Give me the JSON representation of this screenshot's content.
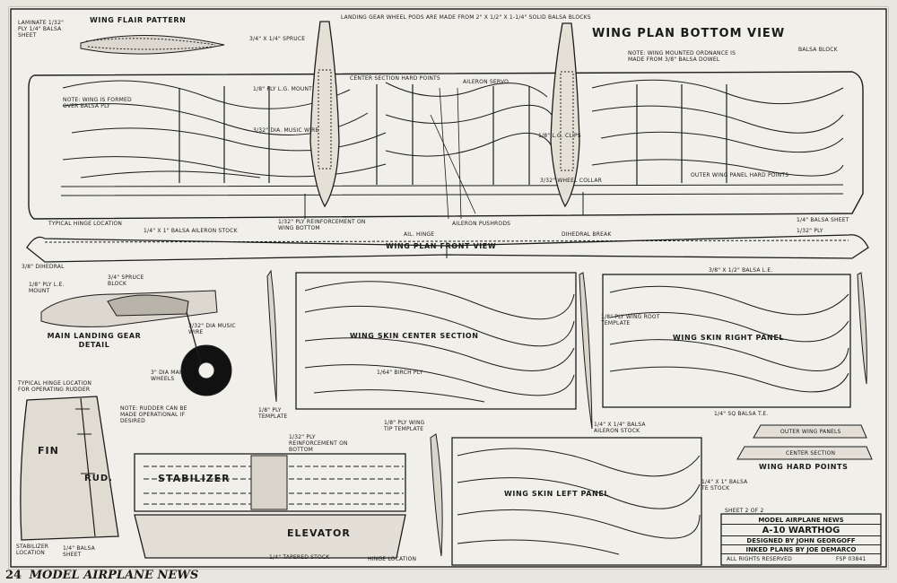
{
  "titles": {
    "wing_flair_pattern": "WING FLAIR PATTERN",
    "wing_plan_bottom": "WING PLAN BOTTOM VIEW",
    "wing_plan_front": "WING PLAN FRONT VIEW",
    "landing_gear_detail": "MAIN LANDING GEAR DETAIL",
    "wing_skin_center": "WING SKIN CENTER SECTION",
    "wing_skin_right": "WING SKIN RIGHT PANEL",
    "wing_skin_left": "WING SKIN LEFT PANEL",
    "wing_hard_points": "WING HARD POINTS",
    "stabilizer": "STABILIZER",
    "elevator": "ELEVATOR",
    "fin": "FIN",
    "rud": "RUD."
  },
  "notes": {
    "laminate": "LAMINATE 1/32\" PLY 1/4\" BALSA SHEET",
    "gear_pods": "LANDING GEAR WHEEL PODS ARE MADE FROM 2\" x 1/2\" x 1-1/4\" SOLID BALSA BLOCKS",
    "wing_mount_note": "NOTE: WING MOUNTED ORDNANCE IS MADE FROM 3/8\" BALSA DOWEL",
    "spruce_spar": "3/4\" x 1/4\" SPRUCE",
    "ply_mount": "1/8\" PLY L.G. MOUNT",
    "center_section": "CENTER SECTION HARD POINTS",
    "aileron_servo": "AILERON SERVO",
    "music_wire": "3/32\" DIA. MUSIC WIRE",
    "lg_clips": "1/8\" L.G. CLIPS",
    "wheel_collar": "3/32\" WHEEL COLLAR",
    "outer_panel": "OUTER WING PANEL HARD POINTS",
    "balsa_block": "BALSA BLOCK",
    "balsa_sheet": "1/4\" BALSA SHEET",
    "ply_32": "1/32\" PLY",
    "wing_skin_note": "NOTE: WING IS FORMED OVER BALSA PLY",
    "hinge_location": "TYPICAL HINGE LOCATION",
    "aileron_stock": "1/4\" x 1\" BALSA AILERON STOCK",
    "ply_reinforce": "1/32\" PLY REINFORCEMENT ON WING BOTTOM",
    "hinge": "AIL. HINGE",
    "aileron_pushrods": "AILERON PUSHRODS",
    "dihedral": "3/8\" DIHEDRAL",
    "dihedral_break": "DIHEDRAL BREAK",
    "balsa_le": "3/8\" x 1/2\" BALSA L.E.",
    "wheels": "3\" DIA MAIN WHEELS",
    "ply_le_mount": "1/8\" PLY L.E. MOUNT",
    "spruce_block": "3/4\" SPRUCE BLOCK",
    "music_wire2": "3/32\" DIA MUSIC WIRE",
    "ply_template": "1/8\" PLY TEMPLATE",
    "birch_ply": "1/64\" BIRCH PLY",
    "root_template": "1/8\" PLY WING ROOT TEMPLATE",
    "balsa_te": "1/4\" SQ BALSA T.E.",
    "rudder_note": "NOTE: RUDDER CAN BE MADE OPERATIONAL IF DESIRED",
    "hinge_rudder": "TYPICAL HINGE LOCATION FOR OPERATING RUDDER",
    "tip_template": "1/8\" PLY WING TIP TEMPLATE",
    "balsa_stock": "1/4\" x 1/4\" BALSA AILERON STOCK",
    "outer_panels": "OUTER WING PANELS",
    "center_sec": "CENTER SECTION",
    "balsa_te2": "1/4\" x 1\" BALSA TE STOCK",
    "stab_location": "STABILIZER LOCATION",
    "balsa_sheet2": "1/4\" BALSA SHEET",
    "tapered_stock": "1/4\" TAPERED STOCK",
    "hinge_loc": "HINGE LOCATION",
    "ply_reinf_bottom": "1/32\" PLY REINFORCEMENT ON BOTTOM"
  },
  "title_block": {
    "sheet": "SHEET 2 OF 2",
    "publisher": "MODEL AIRPLANE NEWS",
    "model": "A-10 WARTHOG",
    "designed": "DESIGNED BY JOHN GEORGOFF",
    "inked": "INKED PLANS BY JOE DEMARCO",
    "rights": "ALL RIGHTS RESERVED",
    "fsp": "FSP 03841"
  },
  "footer": {
    "page": "24",
    "magazine": "MODEL AIRPLANE NEWS"
  }
}
